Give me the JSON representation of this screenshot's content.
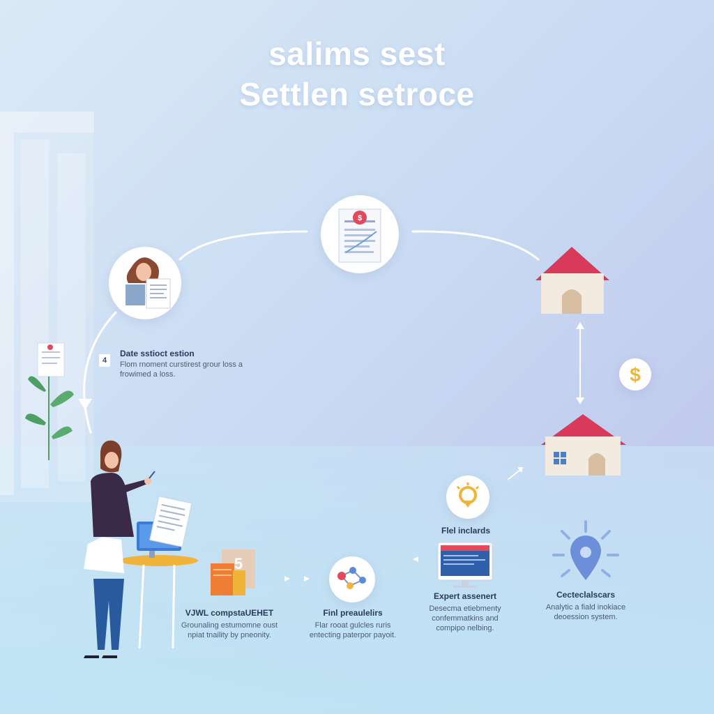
{
  "title": {
    "line1": "salims sest",
    "line2": "Settlen setroce"
  },
  "left_step": {
    "marker": "4",
    "heading": "Date sstioct estion",
    "body": "Flom rnoment curstirest grour loss a frowimed a loss."
  },
  "bottom_steps": [
    {
      "heading": "VJWL compstaUEHET",
      "body": "Grounaling estumomne oust npiat tnaility by pneonity."
    },
    {
      "heading": "Finl preaulelirs",
      "body": "Flar rooat gulcles ruris entecting paterpor payoit."
    },
    {
      "heading": "Expert assenert",
      "body": "Desecma etiebmenty confemmatkins and compipo nelbing."
    },
    {
      "heading": "Cecteclalscars",
      "body": "Analytic a fiald inokiace deoession system."
    }
  ],
  "monitor_label": "Flel inclards",
  "badge_number": "5",
  "icons": {
    "doc_top": "dollar-document-icon",
    "dollar_badge": "dollar-coin-icon",
    "pin": "location-pin-icon"
  },
  "colors": {
    "accent_red": "#d93a5a",
    "gold": "#f0b43a",
    "connector": "#ffffff",
    "pin_blue": "#6d8fd9"
  }
}
